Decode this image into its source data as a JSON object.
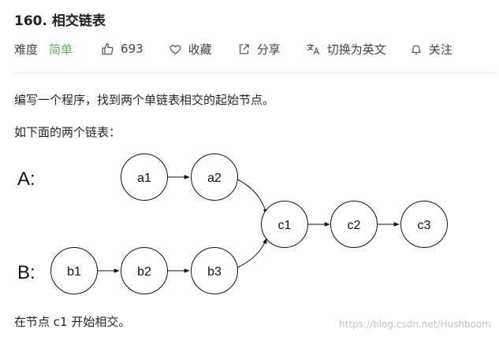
{
  "problem": {
    "title": "160. 相交链表",
    "difficulty_label": "难度",
    "difficulty_value": "简单",
    "likes": "693",
    "favorite_label": "收藏",
    "share_label": "分享",
    "translate_label": "切换为英文",
    "follow_label": "关注"
  },
  "content": {
    "paragraph1": "编写一个程序，找到两个单链表相交的起始节点。",
    "paragraph2": "如下面的两个链表：",
    "paragraph3": "在节点 c1 开始相交。"
  },
  "diagram": {
    "list_a_label": "A:",
    "list_b_label": "B:",
    "nodes_a": [
      "a1",
      "a2"
    ],
    "nodes_b": [
      "b1",
      "b2",
      "b3"
    ],
    "nodes_common": [
      "c1",
      "c2",
      "c3"
    ]
  },
  "watermark": "https://blog.csdn.net/Hushboom",
  "colors": {
    "difficulty_easy": "#5cb85c",
    "text": "#262626",
    "divider": "#e8e8e8"
  }
}
